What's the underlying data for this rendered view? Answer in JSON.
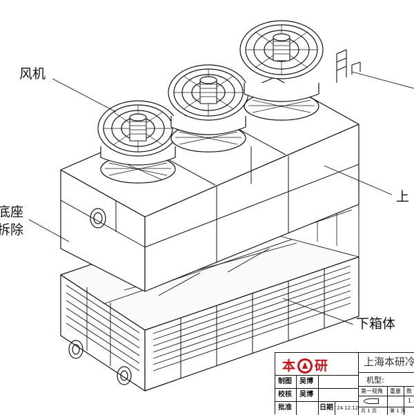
{
  "callouts": {
    "fan": "风机",
    "upper_box": "上",
    "lower_box": "下箱体",
    "base_line1": "底座",
    "base_line2": "拆除"
  },
  "title_block": {
    "logo_left": "本",
    "logo_right": "研",
    "company": "上海本研冷",
    "model_label": "机型:",
    "view_label": "第一视角",
    "weight_label": "重量",
    "qty_label": "数",
    "qty_value": "1",
    "total_pages": "共 1 页",
    "page_no": "第 1 页",
    "rows": [
      {
        "label": "制图",
        "name": "吴博"
      },
      {
        "label": "校核",
        "name": "吴博"
      },
      {
        "label": "批准",
        "name": ""
      }
    ],
    "date_label": "日期",
    "date_value": "24.12.12"
  },
  "colors": {
    "line": "#111111",
    "logo": "#c8151b"
  }
}
